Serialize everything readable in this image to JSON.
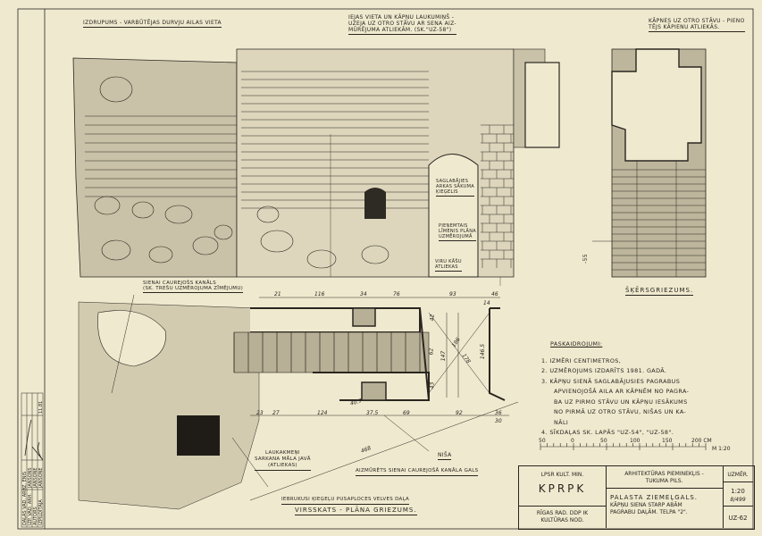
{
  "labels": {
    "top_left": "Izdrupums - varbūtējas durvju ailas vieta",
    "top_center": [
      "Iejas vieta un kāpņu laukumiņš -",
      "uzeja uz otro stāvu ar sena aiz-",
      "mūrējuma atliekām. (Sk.\"UZ-58\")"
    ],
    "top_right": [
      "Kāpnes uz otro stāvu - pieno",
      "tējs kāpienu atliekās."
    ],
    "arch_brick": [
      "Saglabājies",
      "arkas sākuma",
      "ķieģelis"
    ],
    "floor_level": [
      "Pieņemtais",
      "līmenis plāna",
      "uzmērojumā"
    ],
    "viru_kasu": [
      "Viru kāšu",
      "atliekas"
    ],
    "canal": [
      "Sienai caurejošs kanāls",
      "(sk. trešu uzmērojuma zīmējumu)"
    ],
    "laukakmeni": [
      "Laukakmeņi",
      "sarkana māla javā",
      "(atliekas)"
    ],
    "nisa": "Niša",
    "walled_canal": "Aizmūrēts sienai caurejošā kanāla gals",
    "collapsed_vault": "Iebrukusi ķieģeļu pusaploces velves daļa",
    "plan_title": "Virsskats - plāna griezums.",
    "section_title": "Šķērsgriezums.",
    "level_mark": "-55"
  },
  "dimensions": {
    "top": [
      "21",
      "116",
      "34",
      "76",
      "93",
      "46",
      "14"
    ],
    "bottom": [
      "23",
      "27",
      "124",
      "37.5",
      "69",
      "92",
      "36",
      "30"
    ],
    "right": [
      "42",
      "62",
      "43",
      "147",
      "186",
      "178",
      "146.5"
    ],
    "misc": [
      "40.7",
      "468"
    ]
  },
  "notes": {
    "heading": "Paskaidrojumi:",
    "items": [
      "1. Izmēri centimetros,",
      "2. Uzmērojums izdarīts 1981. gadā.",
      "3. Kāpņu sienā saglabājusies pagrabus",
      "apvienojošā aila ar kāpnēm no pagra-",
      "ba uz pirmo stāvu un kāpņu iesākums",
      "no pirmā uz otro stāvu, nišas un ka-",
      "nāli",
      "4. Sīkdaļas sk. lapās \"UZ-54\", \"UZ-58\"."
    ],
    "scale_ticks": [
      "50",
      "0",
      "50",
      "100",
      "150",
      "200 CM"
    ],
    "scale_label": "M 1:20"
  },
  "title_block": {
    "org1": "LPSR Kult. Min.",
    "org_code": "KPRPK",
    "org2": [
      "Rīgas Rad. DDP IK",
      "Kultūras nod."
    ],
    "project": [
      "Arhitektūras pieminekļis -",
      "Tukuma pils."
    ],
    "sheet_title": [
      "Palasta ziemeļgals.",
      "Kāpņu siena starp abām",
      "pagrabu daļām. Telpa \"2\"."
    ],
    "scale_head": "Uzmēr.",
    "scale": "1:20",
    "inv": "8/499",
    "sheet_no": "UZ-62"
  },
  "side_stamp": {
    "roles": [
      "Daļas vad. arh.",
      "Izp. vad. arh.",
      "Autors",
      "Izpildītāja"
    ],
    "names": [
      "Z. Ēnis",
      "Jansons",
      "Jansone",
      "Jansone"
    ],
    "date": "11.81"
  },
  "colors": {
    "paper": "#efe9cf",
    "ink": "#2a2620",
    "stipple": "#6d675a"
  }
}
